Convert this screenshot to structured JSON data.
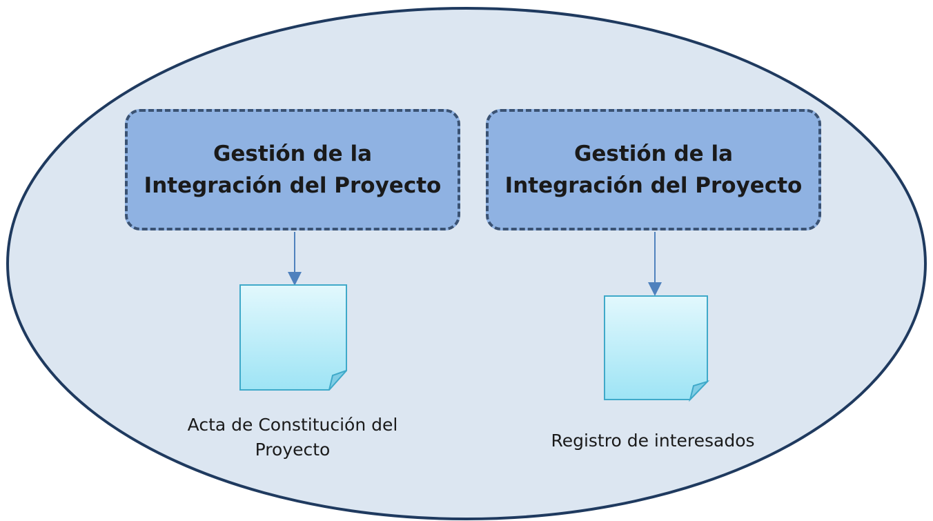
{
  "diagram": {
    "colors": {
      "ellipse_fill": "#dce6f1",
      "ellipse_stroke": "#1f3a5f",
      "box_fill": "#8fb2e2",
      "box_border": "#3a5273",
      "arrow": "#4f81bd",
      "document_fill_top": "#e2f8fd",
      "document_fill_bottom": "#9ee4f5",
      "document_stroke": "#3fa9c9"
    },
    "processes": [
      {
        "title": "Gestión de la Integración del Proyecto",
        "output": "Acta de Constitución del Proyecto"
      },
      {
        "title": "Gestión de la Integración del Proyecto",
        "output": "Registro de interesados"
      }
    ]
  }
}
